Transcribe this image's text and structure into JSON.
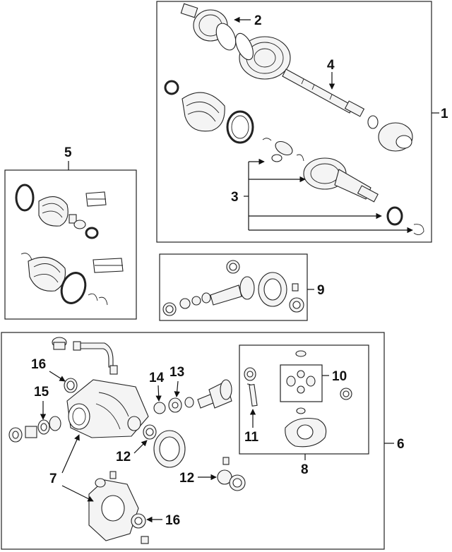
{
  "callouts": {
    "c1": "1",
    "c2": "2",
    "c3": "3",
    "c4": "4",
    "c5": "5",
    "c6": "6",
    "c7": "7",
    "c8": "8",
    "c9": "9",
    "c10": "10",
    "c11": "11",
    "c12a": "12",
    "c12b": "12",
    "c13": "13",
    "c14": "14",
    "c15": "15",
    "c16a": "16",
    "c16b": "16"
  }
}
